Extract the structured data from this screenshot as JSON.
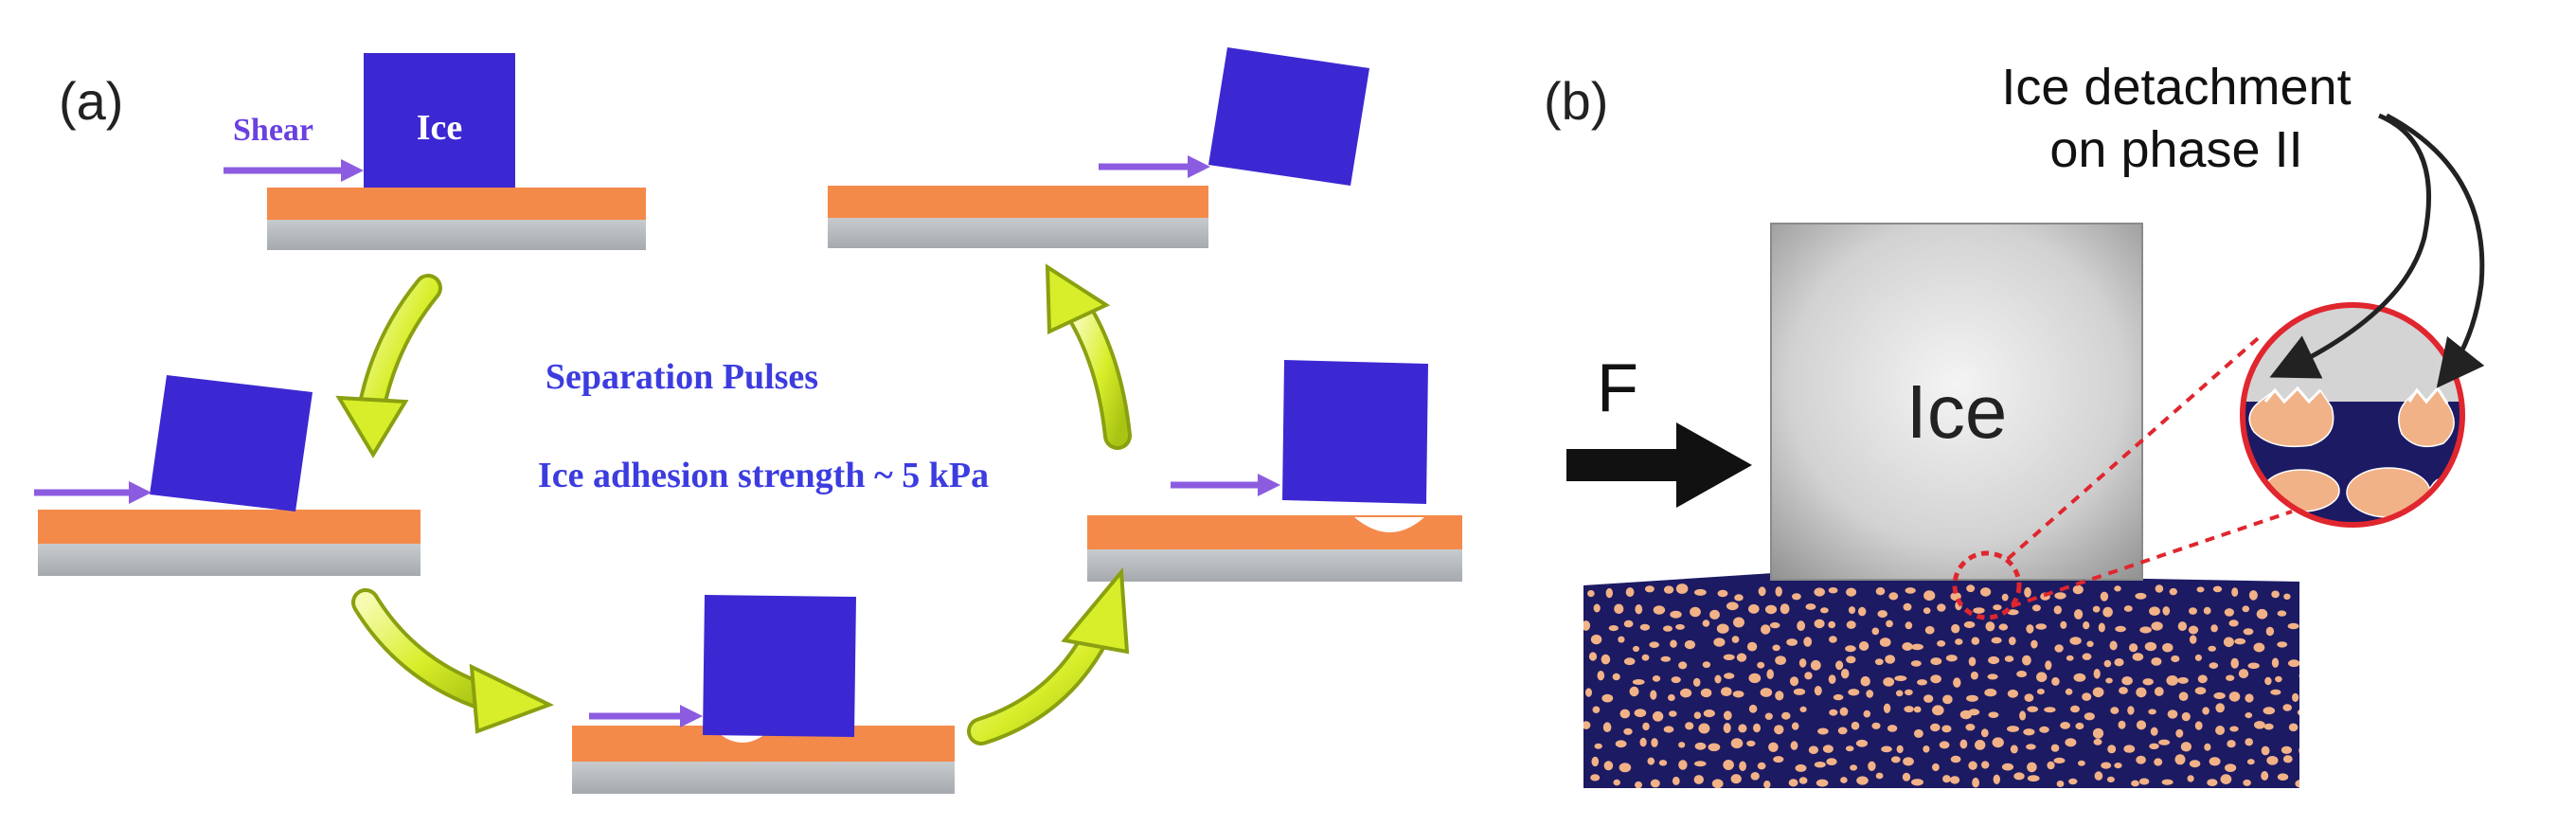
{
  "panel_a": {
    "letter": "(a)",
    "shear_label": "Shear",
    "ice_label": "Ice",
    "center_title": "Separation Pulses",
    "center_subtitle": "Ice adhesion strength ~ 5 kPa"
  },
  "panel_b": {
    "letter": "(b)",
    "force_label": "F",
    "ice_label": "Ice",
    "callout_line1": "Ice detachment",
    "callout_line2": "on phase II"
  },
  "colors": {
    "ice_block": "#3c28d2",
    "coating": "#f48a4a",
    "substrate": "#b4b8bc",
    "shear_arrow": "#8c5ce0",
    "cycle_arrow": "#d8ee2a",
    "label_blue": "#3c3ce0",
    "matrix": "#1c1a63",
    "particle": "#f2b287",
    "magnifier": "#e0262e"
  }
}
